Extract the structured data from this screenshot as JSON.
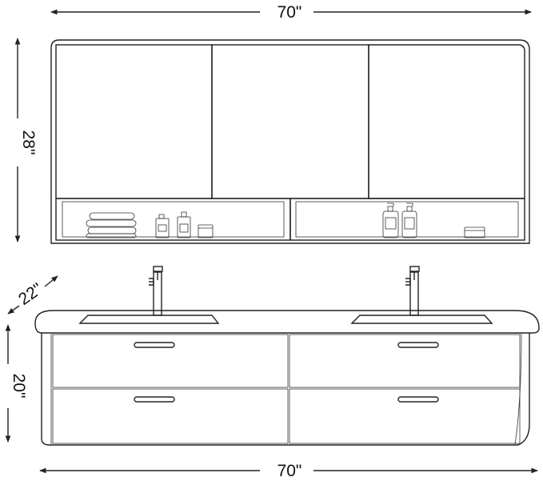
{
  "dimensions": {
    "top_width": "70\"",
    "bottom_width": "70\"",
    "cabinet_height": "28\"",
    "vanity_depth": "22\"",
    "vanity_height": "20\""
  },
  "colors": {
    "line": "#222222",
    "background": "#ffffff",
    "flute": "#aaaaaa"
  }
}
